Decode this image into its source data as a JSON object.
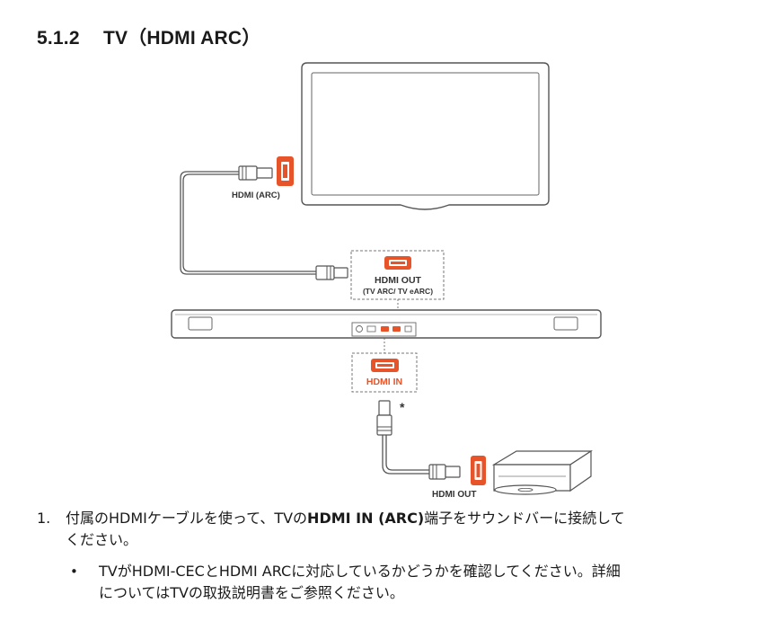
{
  "section": {
    "number": "5.1.2",
    "title": "TV（HDMI ARC）"
  },
  "diagram": {
    "tv_port_label": "HDMI (ARC)",
    "soundbar_out_label": "HDMI OUT",
    "soundbar_out_sublabel": "(TV ARC/ TV eARC)",
    "soundbar_in_label": "HDMI IN",
    "asterisk": "*",
    "player_port_label": "HDMI OUT",
    "accent_color": "#e8542a"
  },
  "steps": [
    {
      "number": "1.",
      "text_before": "付属のHDMIケーブルを使って、TVの",
      "text_bold": "HDMI IN (ARC)",
      "text_after": "端子をサウンドバーに接続して",
      "text_line2": "ください。"
    }
  ],
  "bullets": [
    {
      "symbol": "•",
      "line1": "TVがHDMI-CECとHDMI ARCに対応しているかどうかを確認してください。詳細",
      "line2": "についてはTVの取扱説明書をご参照ください。"
    }
  ]
}
